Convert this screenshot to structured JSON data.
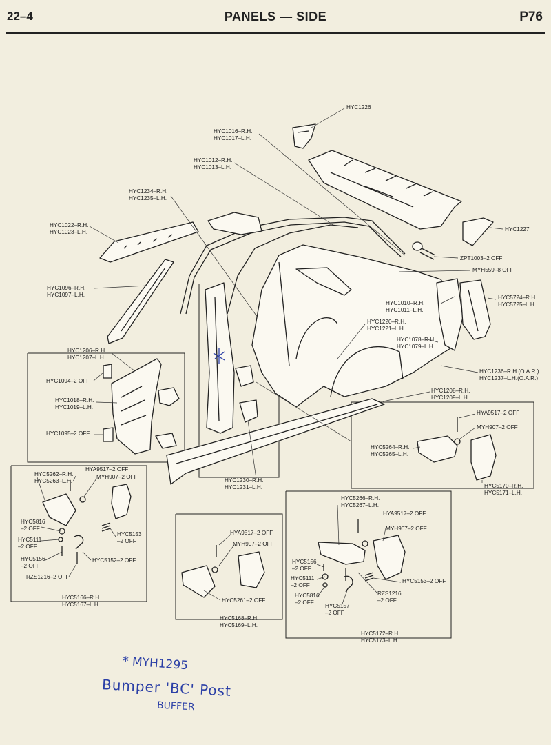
{
  "header": {
    "section": "22–4",
    "title": "PANELS — SIDE",
    "page_ref": "P76"
  },
  "labels": {
    "hyc1226": [
      "HYC1226"
    ],
    "hyc1016": [
      "HYC1016–R.H.",
      "HYC1017–L.H."
    ],
    "hyc1012": [
      "HYC1012–R.H.",
      "HYC1013–L.H."
    ],
    "hyc1234": [
      "HYC1234–R.H.",
      "HYC1235–L.H."
    ],
    "hyc1022": [
      "HYC1022–R.H.",
      "HYC1023–L.H."
    ],
    "hyc1227": [
      "HYC1227"
    ],
    "zpt1003": [
      "ZPT1003–2 OFF"
    ],
    "myh559": [
      "MYH559–8 OFF"
    ],
    "hyc1096": [
      "HYC1096–R.H.",
      "HYC1097–L.H."
    ],
    "hyc5724": [
      "HYC5724–R.H.",
      "HYC5725–L.H."
    ],
    "hyc1010": [
      "HYC1010–R.H.",
      "HYC1011–L.H."
    ],
    "hyc1220": [
      "HYC1220–R.H.",
      "HYC1221–L.H."
    ],
    "hyc1078": [
      "HYC1078–R.H.",
      "HYC1079–L.H."
    ],
    "hyc1206": [
      "HYC1206–R.H.",
      "HYC1207–L.H."
    ],
    "hyc1236": [
      "HYC1236–R.H.(O.A.R.)",
      "HYC1237–L.H.(O.A.R.)"
    ],
    "hyc1094": [
      "HYC1094–2 OFF"
    ],
    "hyc1208": [
      "HYC1208–R.H.",
      "HYC1209–L.H."
    ],
    "hyc1018": [
      "HYC1018–R.H.",
      "HYC1019–L.H."
    ],
    "hya9517_r": [
      "HYA9517–2 OFF"
    ],
    "myh907_r": [
      "MYH907–2 OFF"
    ],
    "hyc1095": [
      "HYC1095–2 OFF"
    ],
    "hyc5264": [
      "HYC5264–R.H.",
      "HYC5265–L.H."
    ],
    "hyc5170": [
      "HYC5170–R.H.",
      "HYC5171–L.H."
    ],
    "hyc5262": [
      "HYC5262–R.H.",
      "HYC5263–L.H."
    ],
    "hya9517_l": [
      "HYA9517–2 OFF"
    ],
    "myh907_l": [
      "MYH907–2 OFF"
    ],
    "hyc1230": [
      "HYC1230–R.H.",
      "HYC1231–L.H."
    ],
    "hyc5266": [
      "HYC5266–R.H.",
      "HYC5267–L.H."
    ],
    "hya9517_br": [
      "HYA9517–2 OFF"
    ],
    "hyc5816_l": [
      "HYC5816",
      "–2 OFF"
    ],
    "myh907_br": [
      "MYH907–2 OFF"
    ],
    "hyc5111_l": [
      "HYC5111",
      "–2 OFF"
    ],
    "hyc5153_l": [
      "HYC5153",
      "–2 OFF"
    ],
    "hyc5156_l": [
      "HYC5156",
      "–2 OFF"
    ],
    "hyc5152": [
      "HYC5152–2 OFF"
    ],
    "rzs1216_l": [
      "RZS1216–2 OFF"
    ],
    "hya9517_m": [
      "HYA9517–2 OFF"
    ],
    "myh907_m": [
      "MYH907–2 OFF"
    ],
    "hyc5156_r": [
      "HYC5156",
      "–2 OFF"
    ],
    "hyc5111_r": [
      "HYC5111",
      "–2 OFF"
    ],
    "hyc5153_r": [
      "HYC5153–2 OFF"
    ],
    "hyc5816_r": [
      "HYC5816",
      "–2 OFF"
    ],
    "rzs1216_r": [
      "RZS1216",
      "–2 OFF"
    ],
    "hyc5157": [
      "HYC5157",
      "–2 OFF"
    ],
    "hyc5261": [
      "HYC5261–2 OFF"
    ],
    "hyc5166": [
      "HYC5166–R.H.",
      "HYC5167–L.H."
    ],
    "hyc5168": [
      "HYC5168–R.H.",
      "HYC5169–L.H."
    ],
    "hyc5172": [
      "HYC5172–R.H.",
      "HYC5173–L.H."
    ]
  },
  "handwritten_note": {
    "line1": "* MYH1295",
    "line2": "Bumper 'BC' Post",
    "line3": "BUFFER"
  }
}
